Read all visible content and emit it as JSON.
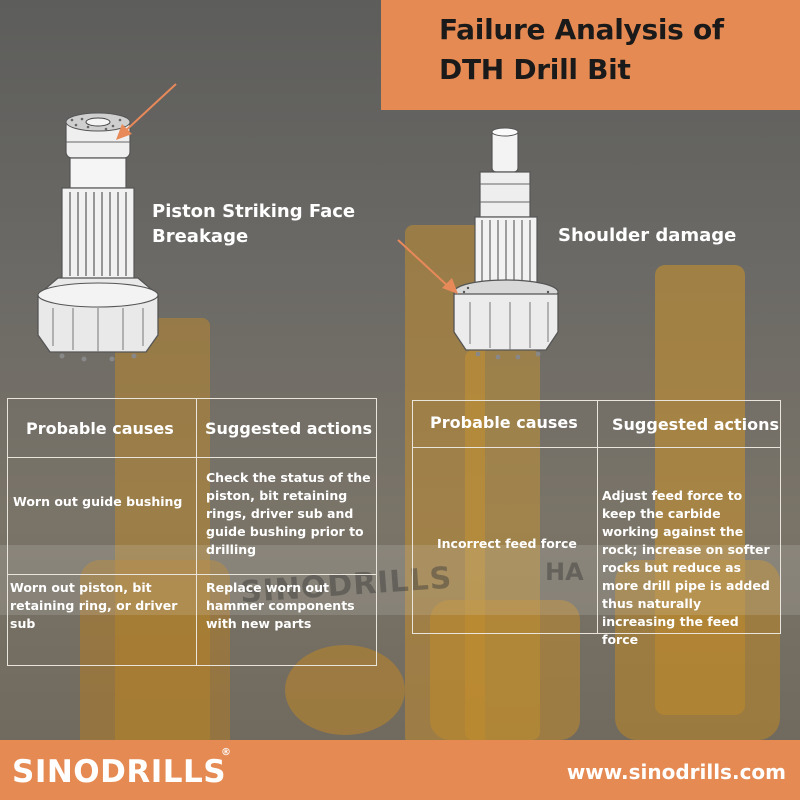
{
  "title": {
    "line1": "Failure Analysis of",
    "line2": "DTH Drill Bit"
  },
  "left_panel": {
    "callout": "Piston Striking Face Breakage",
    "table": {
      "headers": [
        "Probable causes",
        "Suggested actions"
      ],
      "rows": [
        {
          "cause": "Worn out guide bushing",
          "action": "Check the status of the piston, bit retaining rings, driver sub and guide bushing prior to drilling"
        },
        {
          "cause": "Worn out piston, bit retaining ring, or driver sub",
          "action": "Replace worn out hammer components with new parts"
        }
      ]
    }
  },
  "right_panel": {
    "callout": "Shoulder damage",
    "table": {
      "headers": [
        "Probable causes",
        "Suggested actions"
      ],
      "rows": [
        {
          "cause": "Incorrect feed force",
          "action": "Adjust feed force to keep the carbide working against the rock; increase on softer rocks but reduce as more drill pipe is added thus naturally increasing the feed force"
        }
      ]
    }
  },
  "background_text": {
    "brand_left": "SINODRILLS",
    "brand_right": "HA"
  },
  "footer": {
    "logo": "SINODRILLS",
    "registered_mark": "®",
    "website": "www.sinodrills.com"
  },
  "colors": {
    "accent_orange": "#e58a52",
    "title_text": "#1a1a1a",
    "drill_bit_yellow": "#c9922e",
    "arrow": "#e8895a"
  },
  "icons": [
    "drill-bit-piston-face-illustration",
    "drill-bit-shoulder-illustration",
    "arrow-icon"
  ]
}
